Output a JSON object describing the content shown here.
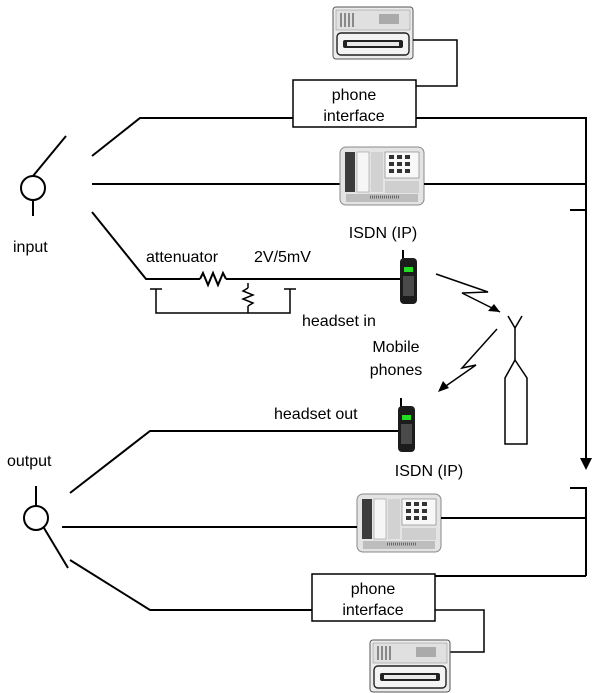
{
  "labels": {
    "phone_interface_top_1": "phone",
    "phone_interface_top_2": "interface",
    "isdn_top": "ISDN (IP)",
    "input": "input",
    "attenuator": "attenuator",
    "attenuation_ratio": "2V/5mV",
    "headset_in": "headset in",
    "mobile_phones_1": "Mobile",
    "mobile_phones_2": "phones",
    "headset_out": "headset out",
    "output": "output",
    "isdn_bottom": "ISDN (IP)",
    "phone_interface_bottom_1": "phone",
    "phone_interface_bottom_2": "interface"
  },
  "colors": {
    "line": "#000000",
    "device_body": "#e6e6e6",
    "device_dark": "#505050",
    "mobile_screen": "#22dd22"
  }
}
